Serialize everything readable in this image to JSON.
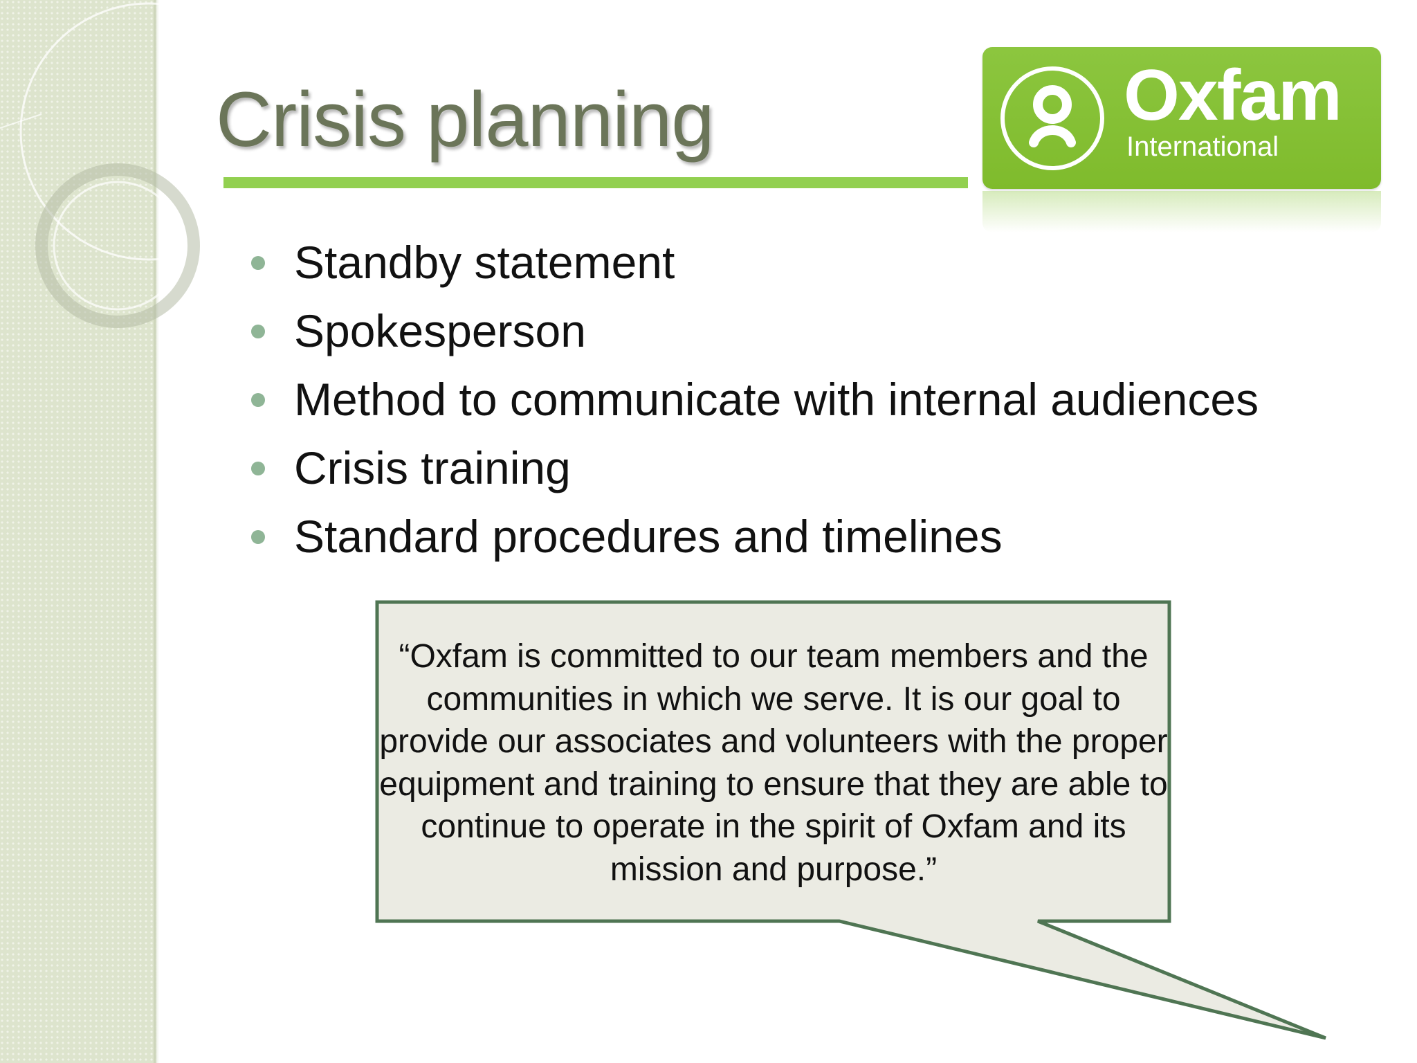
{
  "slide": {
    "title": "Crisis planning",
    "bullets": [
      "Standby statement",
      "Spokesperson",
      "Method to communicate with internal audiences",
      "Crisis training",
      "Standard procedures and timelines"
    ],
    "quote": "“Oxfam is committed to our team members and the communities in which we serve. It is our goal to provide our associates and volunteers with the proper  equipment and training to ensure that they are able to continue to operate in the spirit of Oxfam and its mission and purpose.”"
  },
  "logo": {
    "name": "Oxfam",
    "subtitle": "International",
    "mark_icon": "oxfam-figure-icon"
  },
  "colors": {
    "title": "#6b7559",
    "accent_rule": "#92d050",
    "logo_green": "#8cc63f",
    "bullet": "#8fb596",
    "callout_fill": "#ebebe3",
    "callout_border": "#4f7553",
    "side_band": "#dde4cd"
  }
}
